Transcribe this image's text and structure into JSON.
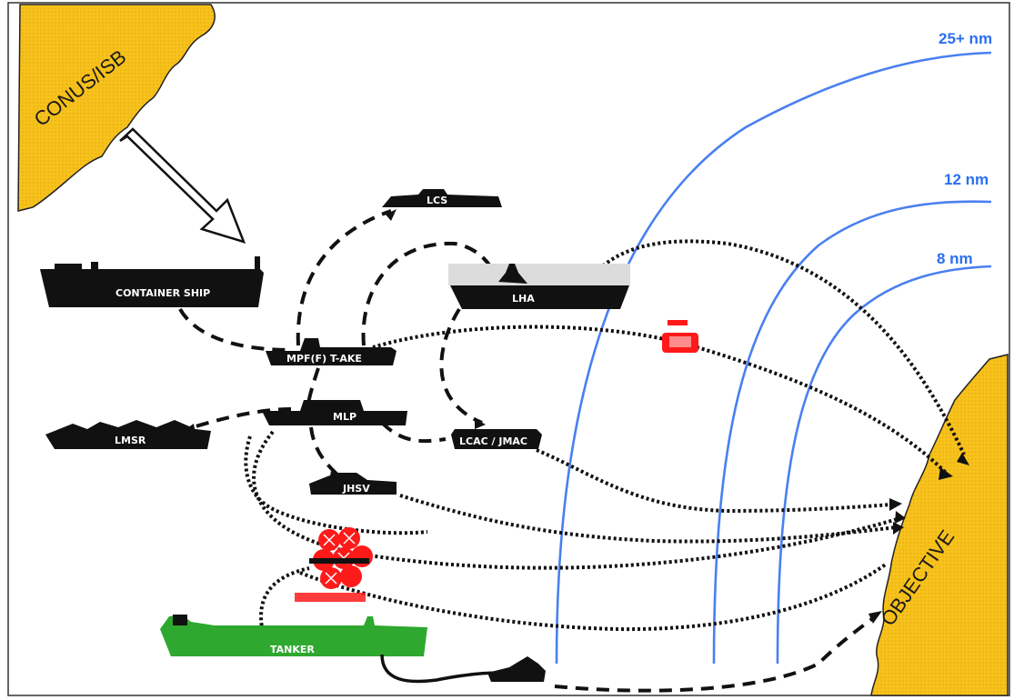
{
  "land": {
    "source_label": "CONUS/ISB",
    "objective_label": "OBJECTIVE",
    "color": "#f7c21b"
  },
  "ranges": [
    {
      "label": "25+ nm"
    },
    {
      "label": "12 nm"
    },
    {
      "label": "8 nm"
    }
  ],
  "ships": {
    "lcs": "LCS",
    "container_ship": "CONTAINER SHIP",
    "lha": "LHA",
    "mpf": "MPF(F) T-AKE",
    "mlp": "MLP",
    "lmsr": "LMSR",
    "lcac": "LCAC / JMAC",
    "jhsv": "JHSV",
    "tanker": "TANKER"
  },
  "colors": {
    "range_line": "#4a80f0",
    "ship": "#111111",
    "tanker": "#2ea82e",
    "highlight": "#ff1a1a"
  }
}
